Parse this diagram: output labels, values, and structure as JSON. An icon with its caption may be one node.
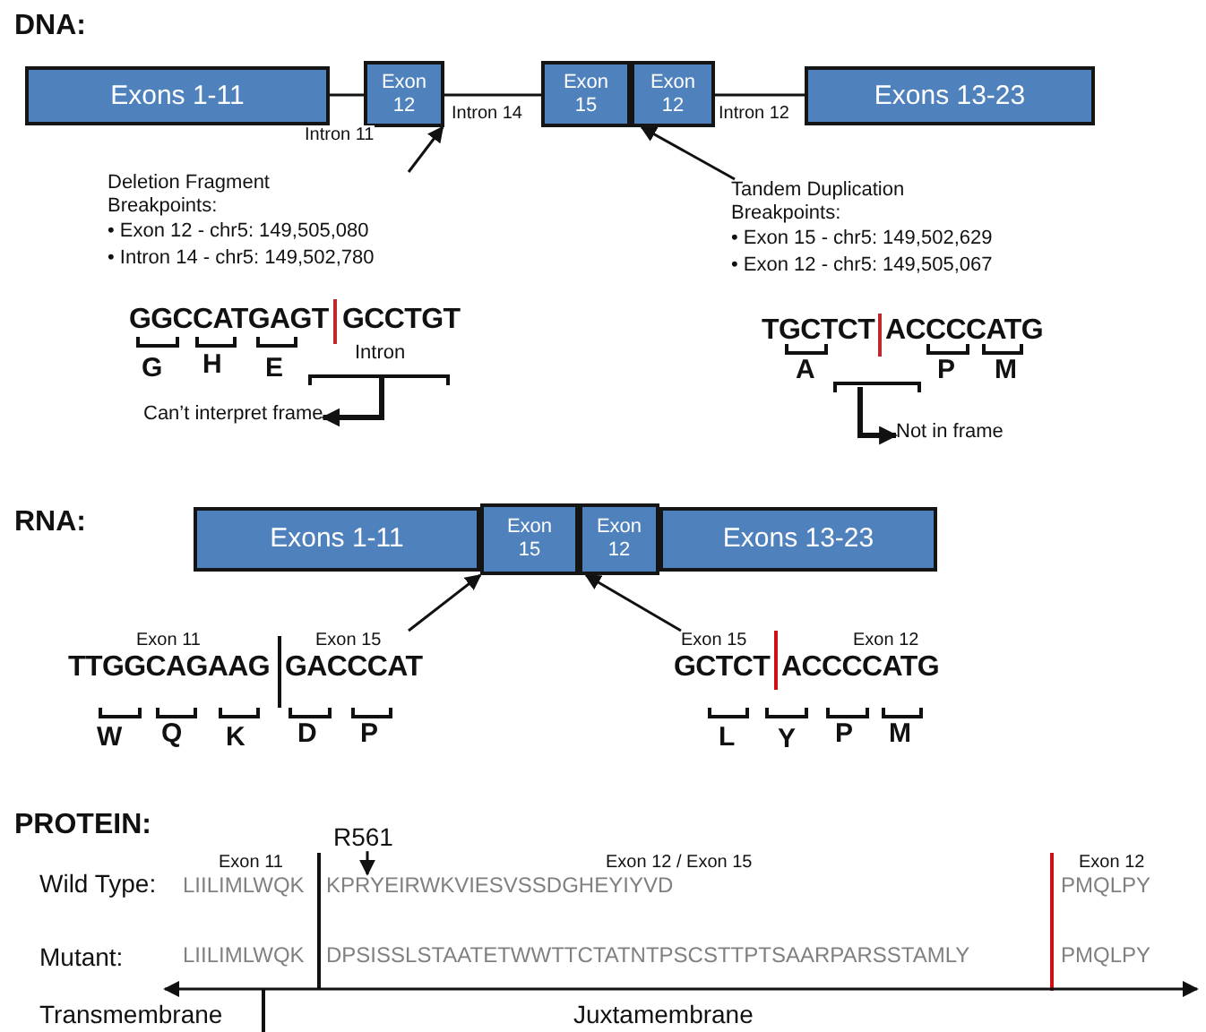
{
  "diagram": {
    "nodes": [
      {
        "text": [
          "Exons 1-11"
        ]
      },
      {
        "text": [
          "Exon 12"
        ]
      },
      {
        "text": [
          "Exon 15"
        ]
      },
      {
        "text": [
          "Exon 12"
        ]
      },
      {
        "text": [
          "Exons 13-23"
        ]
      },
      {
        "text": [
          "Deletion Fragment Breakpoints:",
          "• Exon 12 - chr5: 149,505,080",
          "• Intron 14 - chr5: 149,502,780"
        ]
      },
      {
        "text": [
          "Tandem Duplication Breakpoints:",
          "• Exon 15 - chr5: 149,502,629",
          "• Exon 12 - chr5: 149,505,067"
        ]
      },
      {
        "text": [
          "Can’t interpret frame"
        ]
      },
      {
        "text": [
          "Not in frame"
        ]
      },
      {
        "text": [
          "Exons 1-11"
        ]
      },
      {
        "text": [
          "Exon 15"
        ]
      },
      {
        "text": [
          "Exon 12"
        ]
      },
      {
        "text": [
          "Exons 13-23"
        ]
      },
      {
        "text": [
          "Exon 11",
          "Exon 15",
          "TTGGCAGAAG",
          "GACCCAT"
        ]
      },
      {
        "text": [
          "Exon 15",
          "Exon 12",
          "GCTCT",
          "ACCCCATG"
        ]
      },
      {
        "text": [
          "R561"
        ]
      },
      {
        "text": [
          "KPRYEIRWKVIESVSSDGHEYIYVD"
        ]
      }
    ],
    "edges": [
      {
        "from": 0,
        "to": 1,
        "arrow": "none",
        "label": "Intron 11"
      },
      {
        "from": 1,
        "to": 2,
        "arrow": "none",
        "label": "Intron 14"
      },
      {
        "from": 3,
        "to": 4,
        "arrow": "none",
        "label": "Intron 12"
      },
      {
        "from": 5,
        "to": 1,
        "arrow": "to"
      },
      {
        "from": 6,
        "to": 3,
        "arrow": "to"
      },
      {
        "from": null,
        "to": 7,
        "arrow": "to",
        "style": "thick"
      },
      {
        "from": null,
        "to": 8,
        "arrow": "to",
        "style": "thick"
      },
      {
        "from": 13,
        "to": 10,
        "arrow": "to"
      },
      {
        "from": 14,
        "to": 11,
        "arrow": "to"
      },
      {
        "from": 15,
        "to": 16,
        "arrow": "to"
      }
    ],
    "labels": [
      "DNA:",
      "GGCCATGAGT",
      "GCCTGT",
      "Intron",
      "G",
      "H",
      "E",
      "TGCTCT",
      "ACCCCATG",
      "A",
      "P",
      "M",
      "RNA:",
      "W",
      "Q",
      "K",
      "D",
      "P",
      "L",
      "Y",
      "P",
      "M",
      "PROTEIN:",
      "Exon 11",
      "Exon 12 / Exon 15",
      "Exon 12",
      "Wild Type:",
      "LIILIMLWQK",
      "PMQLPY",
      "Mutant:",
      "LIILIMLWQK",
      "DPSISSLSTAATETWWTTCTATNTPSCSTTPTSAARPARSSTAMLY",
      "PMQLPY",
      "Transmembrane",
      "Juxtamembrane"
    ]
  }
}
